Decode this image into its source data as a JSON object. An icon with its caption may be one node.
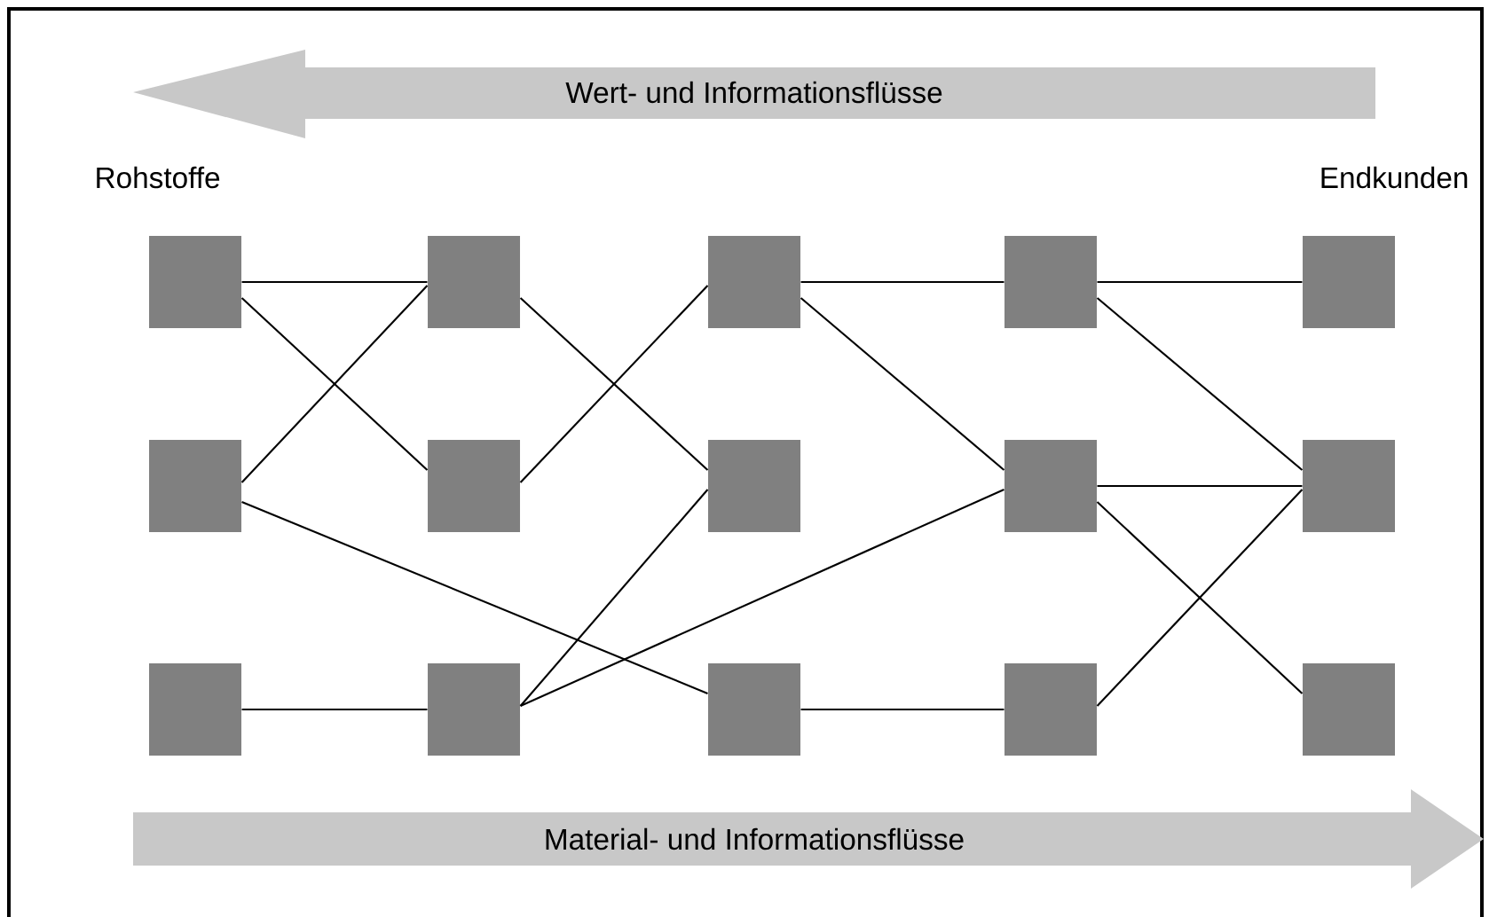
{
  "diagram": {
    "nodes": [
      {
        "text": [
          "Wert- und Informationsflüsse"
        ]
      },
      {
        "text": [],
        "shape": "box"
      },
      {
        "text": [],
        "shape": "box"
      },
      {
        "text": [],
        "shape": "box"
      },
      {
        "text": [],
        "shape": "box"
      },
      {
        "text": [],
        "shape": "box"
      },
      {
        "text": [],
        "shape": "box"
      },
      {
        "text": [],
        "shape": "box"
      },
      {
        "text": [],
        "shape": "box"
      },
      {
        "text": [],
        "shape": "box"
      },
      {
        "text": [],
        "shape": "box"
      },
      {
        "text": [],
        "shape": "box"
      },
      {
        "text": [],
        "shape": "box"
      },
      {
        "text": [],
        "shape": "box"
      },
      {
        "text": [],
        "shape": "box"
      },
      {
        "text": [],
        "shape": "box"
      },
      {
        "text": [
          "Material- und Informationsflüsse"
        ]
      }
    ],
    "edges": [
      {
        "from": 1,
        "to": 2,
        "arrow": "none"
      },
      {
        "from": 1,
        "to": 7,
        "arrow": "none"
      },
      {
        "from": 6,
        "to": 2,
        "arrow": "none"
      },
      {
        "from": 6,
        "to": 13,
        "arrow": "none"
      },
      {
        "from": 11,
        "to": 12,
        "arrow": "none"
      },
      {
        "from": 2,
        "to": 8,
        "arrow": "none"
      },
      {
        "from": 7,
        "to": 3,
        "arrow": "none"
      },
      {
        "from": 12,
        "to": 8,
        "arrow": "none"
      },
      {
        "from": 12,
        "to": 9,
        "arrow": "none"
      },
      {
        "from": 3,
        "to": 4,
        "arrow": "none"
      },
      {
        "from": 3,
        "to": 9,
        "arrow": "none"
      },
      {
        "from": 13,
        "to": 14,
        "arrow": "none"
      },
      {
        "from": 4,
        "to": 5,
        "arrow": "none"
      },
      {
        "from": 4,
        "to": 10,
        "arrow": "none"
      },
      {
        "from": 9,
        "to": 10,
        "arrow": "none"
      },
      {
        "from": 9,
        "to": 15,
        "arrow": "none"
      },
      {
        "from": 14,
        "to": 10,
        "arrow": "none"
      }
    ],
    "labels": [
      "Rohstoffe",
      "Endkunden"
    ]
  }
}
